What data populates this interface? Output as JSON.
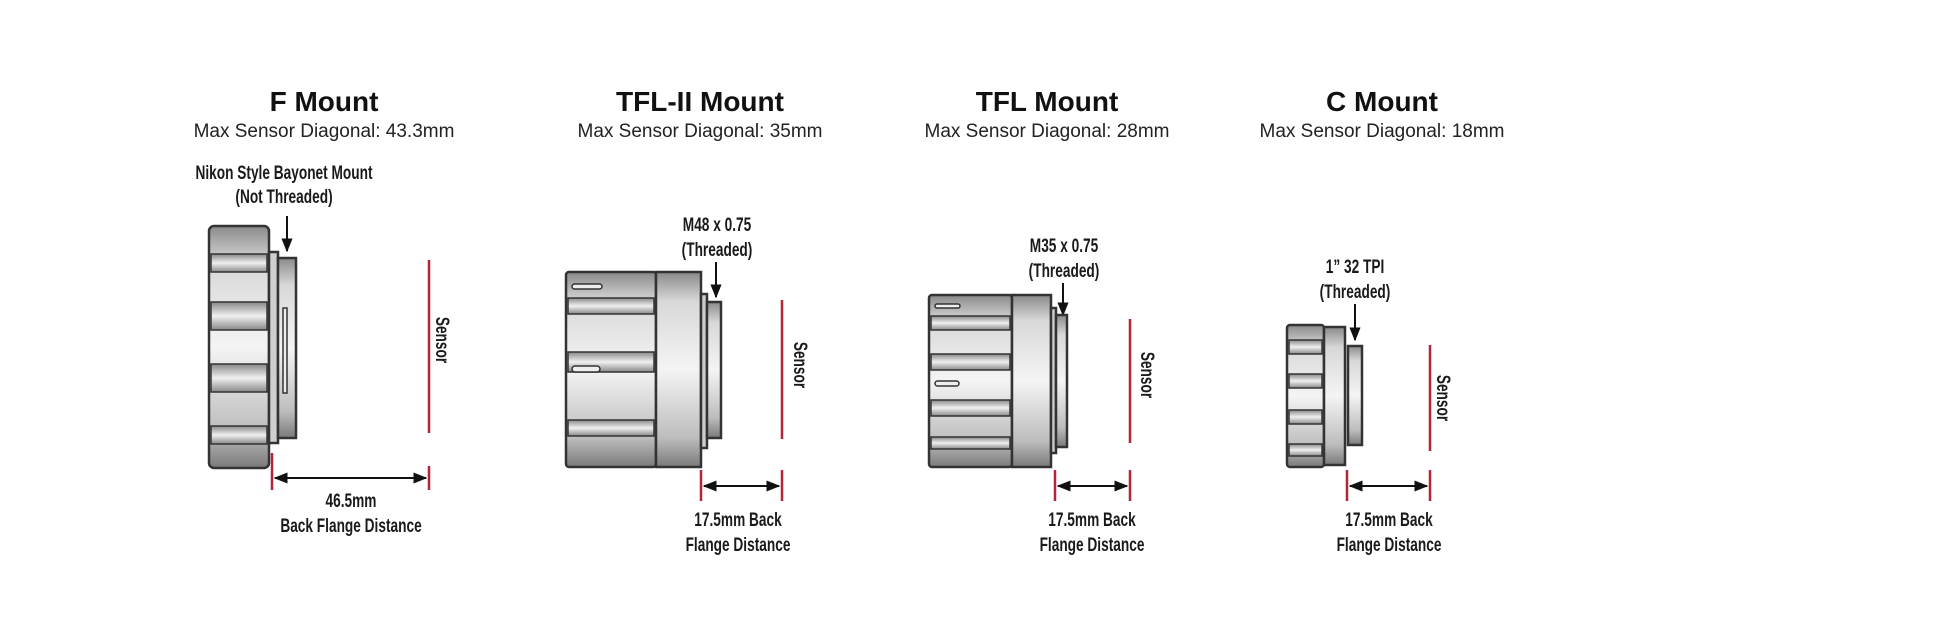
{
  "colors": {
    "sensor_line": "#b3263a",
    "metal": "#bdbdbd",
    "outline": "#333333"
  },
  "mounts": [
    {
      "title": "F Mount",
      "subtitle": "Max Sensor Diagonal: 43.3mm",
      "annotation_line1": "Nikon Style Bayonet Mount",
      "annotation_line2": "(Not Threaded)",
      "sensor_label": "Sensor",
      "distance_line1": "46.5mm",
      "distance_line2": "Back Flange Distance"
    },
    {
      "title": "TFL-II Mount",
      "subtitle": "Max Sensor Diagonal: 35mm",
      "annotation_line1": "M48 x 0.75",
      "annotation_line2": "(Threaded)",
      "sensor_label": "Sensor",
      "distance_line1": "17.5mm Back",
      "distance_line2": "Flange Distance"
    },
    {
      "title": "TFL Mount",
      "subtitle": "Max Sensor Diagonal: 28mm",
      "annotation_line1": "M35 x 0.75",
      "annotation_line2": "(Threaded)",
      "sensor_label": "Sensor",
      "distance_line1": "17.5mm Back",
      "distance_line2": "Flange Distance"
    },
    {
      "title": "C Mount",
      "subtitle": "Max Sensor Diagonal: 18mm",
      "annotation_line1": "1” 32 TPI",
      "annotation_line2": "(Threaded)",
      "sensor_label": "Sensor",
      "distance_line1": "17.5mm Back",
      "distance_line2": "Flange Distance"
    }
  ]
}
